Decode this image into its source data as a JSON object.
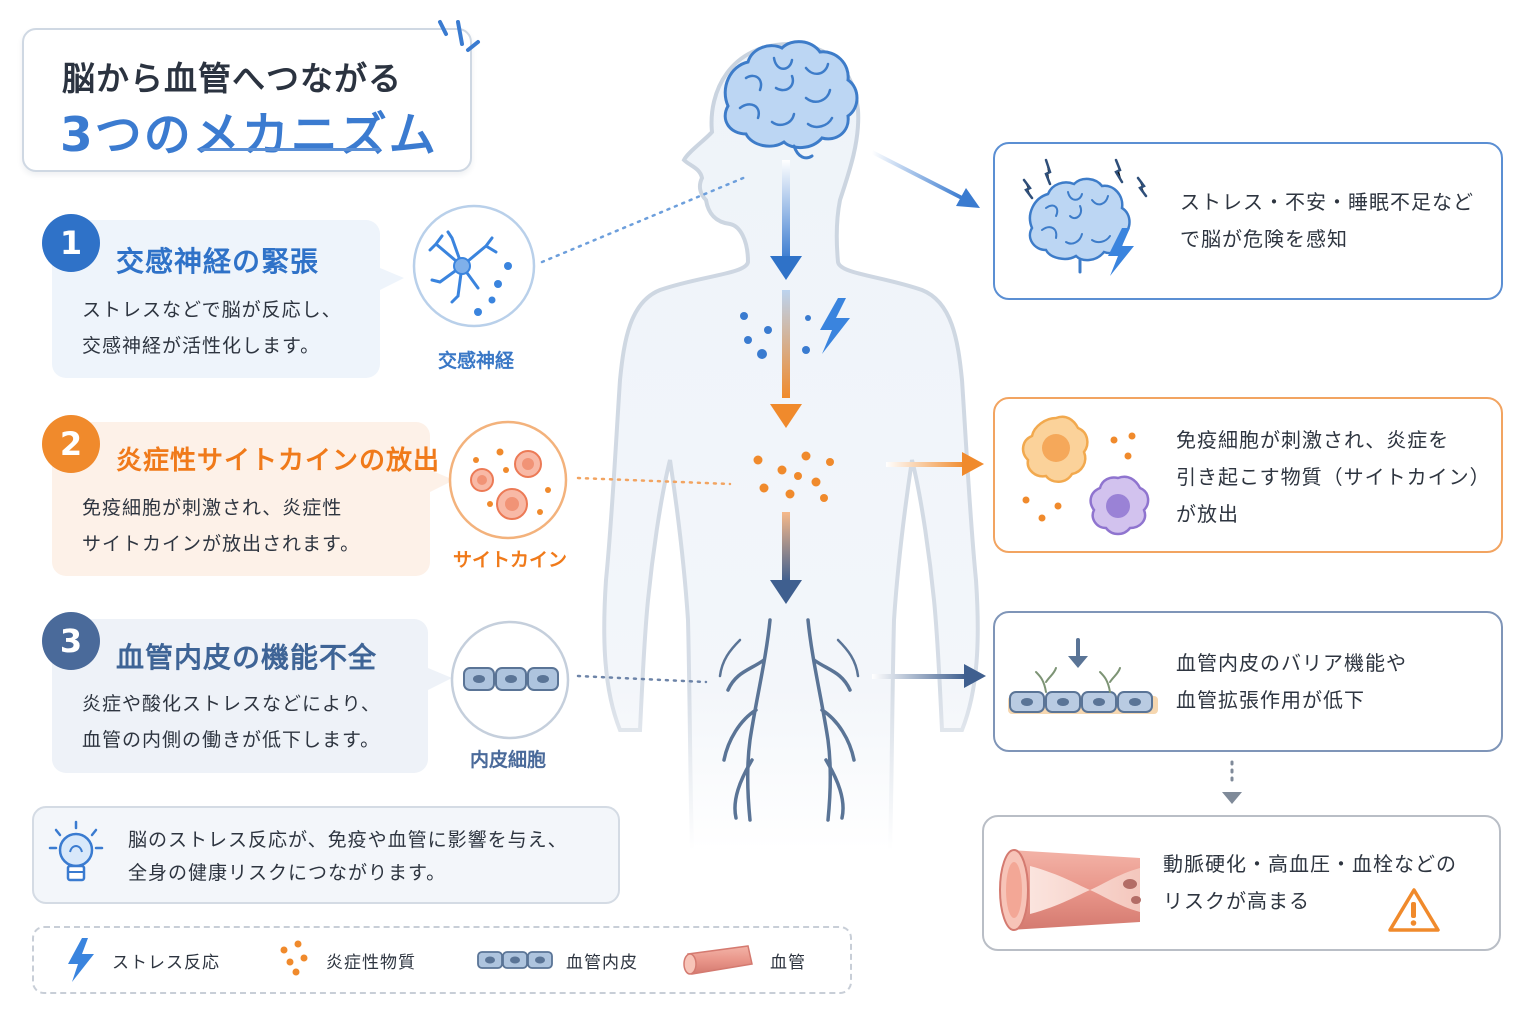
{
  "title": {
    "line1": "脳から血管へつながる",
    "line2": "3つのメカニズム"
  },
  "mechanisms": [
    {
      "number": "1",
      "title": "交感神経の緊張",
      "description": "ストレスなどで脳が反応し、\n交感神経が活性化します。",
      "circle_label": "交感神経",
      "color": "#2f72c8"
    },
    {
      "number": "2",
      "title": "炎症性サイトカインの放出",
      "description": "免疫細胞が刺激され、炎症性\nサイトカインが放出されます。",
      "circle_label": "サイトカイン",
      "color": "#f08a2c"
    },
    {
      "number": "3",
      "title": "血管内皮の機能不全",
      "description": "炎症や酸化ストレスなどにより、\n血管の内側の働きが低下します。",
      "circle_label": "内皮細胞",
      "color": "#4a6a9a"
    }
  ],
  "info_boxes": [
    {
      "text": "ストレス・不安・睡眠不足など\nで脳が危険を感知",
      "icon": "brain-alert-icon"
    },
    {
      "text": "免疫細胞が刺激され、炎症を\n引き起こす物質（サイトカイン）\nが放出",
      "icon": "immune-cells-icon"
    },
    {
      "text": "血管内皮のバリア機能や\n血管拡張作用が低下",
      "icon": "endothelium-damage-icon"
    },
    {
      "text": "動脈硬化・高血圧・血栓などの\nリスクが高まる",
      "icon": "narrowed-artery-icon"
    }
  ],
  "note": {
    "text": "脳のストレス反応が、免疫や血管に影響を与え、\n全身の健康リスクにつながります。",
    "icon": "lightbulb-icon"
  },
  "legend": [
    {
      "label": "ストレス反応",
      "icon": "lightning-icon"
    },
    {
      "label": "炎症性物質",
      "icon": "dots-icon"
    },
    {
      "label": "血管内皮",
      "icon": "endothelium-icon"
    },
    {
      "label": "血管",
      "icon": "vessel-icon"
    }
  ],
  "colors": {
    "blue": "#2f72c8",
    "orange": "#f08a2c",
    "slate": "#4a6a9a",
    "warning": "#f08a2c"
  }
}
